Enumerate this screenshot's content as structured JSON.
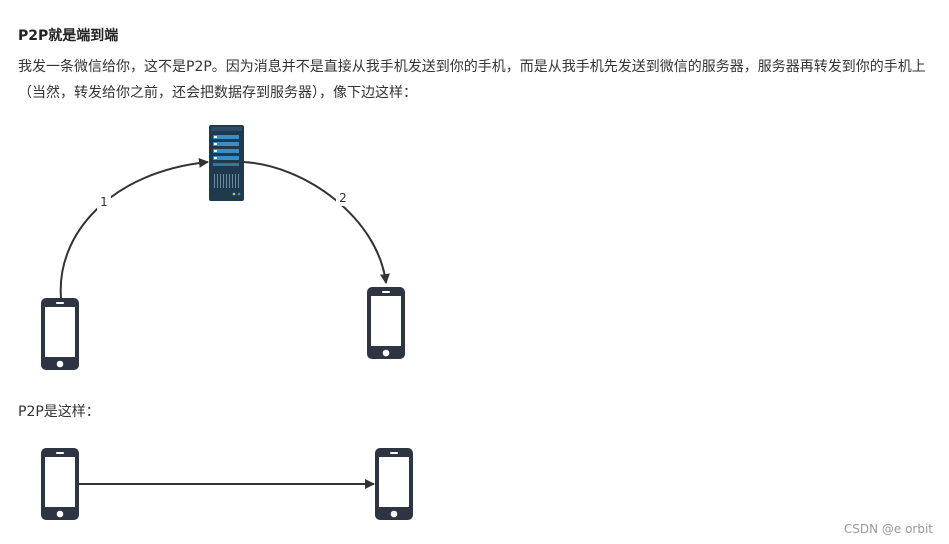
{
  "article": {
    "heading": "P2P就是端到端",
    "paragraph": "我发一条微信给你，这不是P2P。因为消息并不是直接从我手机发送到你的手机，而是从我手机先发送到微信的服务器，服务器再转发到你的手机上（当然，转发给你之前，还会把数据存到服务器），像下边这样：",
    "p2p_intro": "P2P是这样："
  },
  "diagram_relay": {
    "edge_1_label": "1",
    "edge_2_label": "2",
    "icons": [
      "phone-icon",
      "server-icon",
      "phone-icon"
    ]
  },
  "diagram_p2p": {
    "icons": [
      "phone-icon",
      "phone-icon"
    ]
  },
  "watermark": "CSDN @e orbit",
  "colors": {
    "device_body": "#2d3442",
    "server_body": "#1f3a4d",
    "server_accent": "#3b8ec2",
    "arrow": "#333333"
  }
}
